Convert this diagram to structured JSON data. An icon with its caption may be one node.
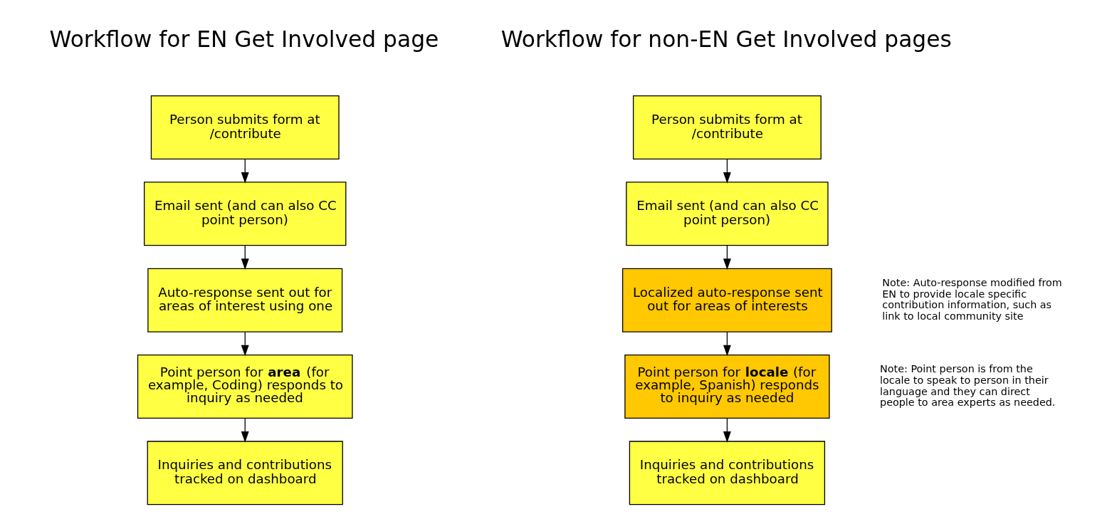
{
  "diagram": {
    "nodes": [
      {
        "text": [
          "Person submits form at /contribute"
        ]
      },
      {
        "text": [
          "Email sent (and can also CC point person)"
        ]
      },
      {
        "text": [
          "Auto-response sent out for areas of interest using one"
        ]
      },
      {
        "text": [
          "Point person for **area** (for example, Coding) responds to inquiry as needed"
        ]
      },
      {
        "text": [
          "Inquiries and contributions tracked on dashboard"
        ]
      },
      {
        "text": [
          "Person submits form at /contribute"
        ]
      },
      {
        "text": [
          "Email sent (and can also CC point person)"
        ]
      },
      {
        "text": [
          "Localized auto-response sent out for areas of interests"
        ]
      },
      {
        "text": [
          "Point person for **locale** (for example, Spanish) responds to inquiry as needed"
        ]
      },
      {
        "text": [
          "Inquiries and contributions tracked on dashboard"
        ]
      }
    ],
    "edges": [
      {
        "from": 0,
        "to": 1,
        "arrow": "to"
      },
      {
        "from": 1,
        "to": 2,
        "arrow": "to"
      },
      {
        "from": 2,
        "to": 3,
        "arrow": "to"
      },
      {
        "from": 3,
        "to": 4,
        "arrow": "to"
      },
      {
        "from": 5,
        "to": 6,
        "arrow": "to"
      },
      {
        "from": 6,
        "to": 7,
        "arrow": "to"
      },
      {
        "from": 7,
        "to": 8,
        "arrow": "to"
      },
      {
        "from": 8,
        "to": 9,
        "arrow": "to"
      }
    ],
    "labels": [
      "Workflow for EN Get Involved page",
      "Workflow for non-EN Get Involved pages",
      "Note: Auto-response modified from EN to provide locale specific contribution information, such as link to local community site",
      "Note: Point person is from the locale to speak to person in their language and they can direct people to area experts as needed."
    ]
  }
}
